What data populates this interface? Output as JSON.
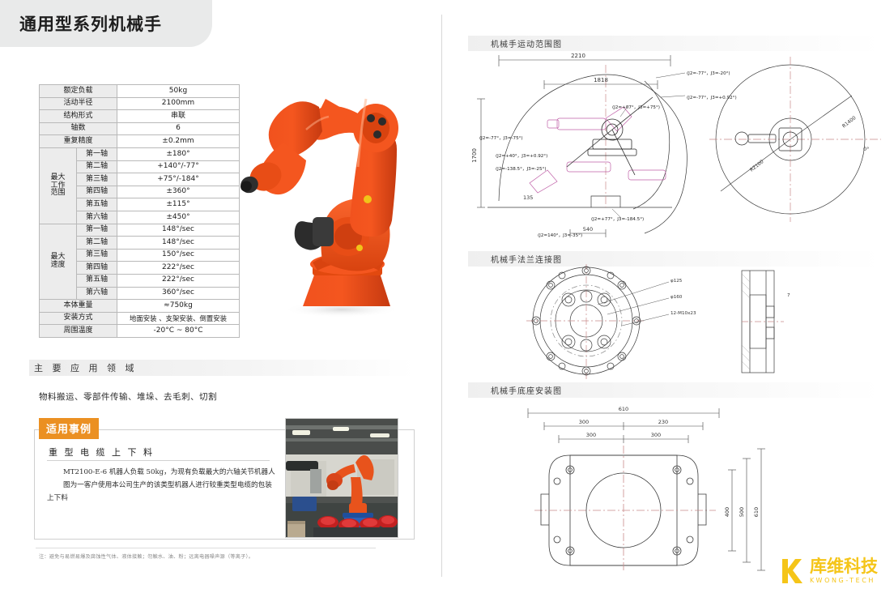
{
  "header": {
    "title": "通用型系列机械手"
  },
  "spec_table": {
    "simple_rows": [
      {
        "label": "额定负载",
        "value": "50kg"
      },
      {
        "label": "活动半径",
        "value": "2100mm"
      },
      {
        "label": "结构形式",
        "value": "串联"
      },
      {
        "label": "轴数",
        "value": "6"
      },
      {
        "label": "重复精度",
        "value": "±0.2mm"
      }
    ],
    "range_group": {
      "label": "最大工作范围",
      "label_lines": [
        "最大",
        "工作",
        "范围"
      ],
      "rows": [
        {
          "axis": "第一轴",
          "value": "±180°"
        },
        {
          "axis": "第二轴",
          "value": "+140°/-77°"
        },
        {
          "axis": "第三轴",
          "value": "+75°/-184°"
        },
        {
          "axis": "第四轴",
          "value": "±360°"
        },
        {
          "axis": "第五轴",
          "value": "±115°"
        },
        {
          "axis": "第六轴",
          "value": "±450°"
        }
      ]
    },
    "speed_group": {
      "label": "最大速度",
      "label_lines": [
        "最大",
        "速度"
      ],
      "rows": [
        {
          "axis": "第一轴",
          "value": "148°/sec"
        },
        {
          "axis": "第二轴",
          "value": "148°/sec"
        },
        {
          "axis": "第三轴",
          "value": "150°/sec"
        },
        {
          "axis": "第四轴",
          "value": "222°/sec"
        },
        {
          "axis": "第五轴",
          "value": "222°/sec"
        },
        {
          "axis": "第六轴",
          "value": "360°/sec"
        }
      ]
    },
    "footer_rows": [
      {
        "label": "本体重量",
        "value": "≈750kg"
      },
      {
        "label": "安装方式",
        "value": "地面安装 、支架安装、倒置安装"
      },
      {
        "label": "周围温度",
        "value": "-20°C ~ 80°C"
      }
    ]
  },
  "applications": {
    "section_title": "主 要 应 用 领 域",
    "text": "物料搬运、零部件传输、堆垛、去毛刺、切割"
  },
  "case_study": {
    "tag": "适用事例",
    "title": "重 型 电 缆 上 下 料",
    "paragraph1": "MT2100-E-6 机器人负载 50kg，为现有负载最大的六轴关节机器人",
    "paragraph2": "图为一客户使用本公司生产的该类型机器人进行较重类型电缆的包装上下料"
  },
  "footnote": "注：避免与易燃易爆及腐蚀性气体、液体接触；勿触水、油、粉；远离电器噪声源（等离子）。",
  "diagrams": {
    "motion_range": {
      "heading": "机械手运动范围图",
      "dim_top": "2210",
      "dim_inner": "1818",
      "dim_left_vertical": "1700",
      "dim_small_left": "135",
      "dim_bottom": "540",
      "radius_label": "R2100",
      "radius_label2": "R1400",
      "zero_label": "0°",
      "annotations": [
        "(J2=-77°，J3=-20°)",
        "(J2=-77°，J3=+0.92°)",
        "(J2=+07°，J3=+75°)",
        "(J2=-77°，J3=-75°)",
        "(J2=+40°，J3=+0.92°)",
        "(J2=-138.5°，J3=-25°)",
        "(J2=+77°，J3=-184.5°)",
        "(J2=140°，J3=-35°)"
      ]
    },
    "flange": {
      "heading": "机械手法兰连接图",
      "labels": [
        "φ125",
        "φ160",
        "12-M10x23",
        "7"
      ]
    },
    "base_mount": {
      "heading": "机械手底座安装图",
      "dim_overall_w": "610",
      "dim_w_left": "300",
      "dim_w_right": "230",
      "dim_inner_left": "300",
      "dim_inner_right": "300",
      "dim_h_inner": "400",
      "dim_h_mid": "500",
      "dim_h_outer": "610"
    }
  },
  "logo": {
    "cn": "库维科技",
    "en": "KWONG-TECH",
    "color": "#f5c518"
  }
}
